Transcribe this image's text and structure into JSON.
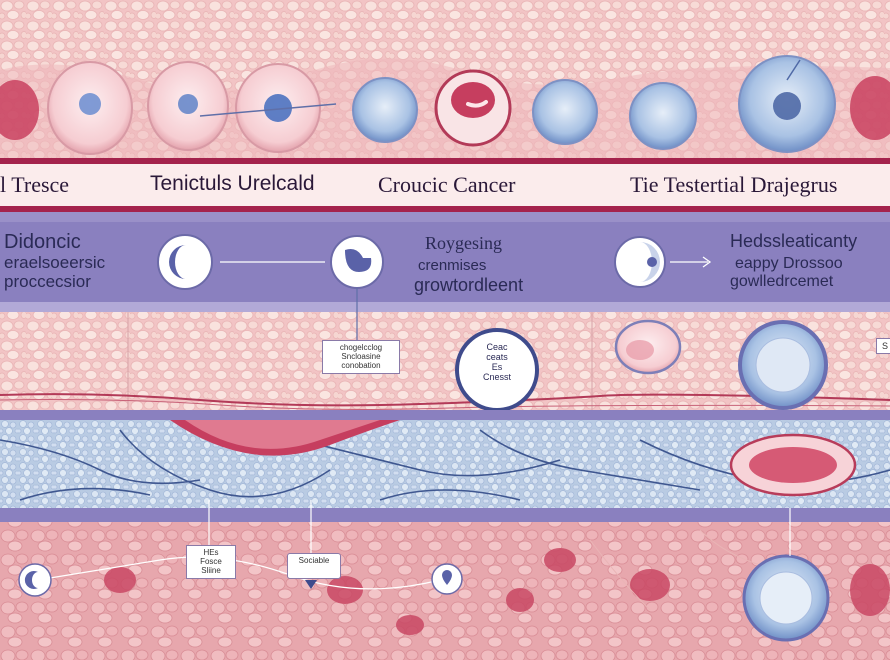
{
  "palette": {
    "tissue": "#f3c9c9",
    "tissue_cell": "#f7dcd8",
    "cell_edge": "#e8aeb0",
    "crimson": "#a4224c",
    "purple_band": "#8a80bf",
    "purple_light": "#a19acb",
    "blue_tissue": "#bfd0e6",
    "blue_cell": "#d9e4f2",
    "blue_dark": "#4f69a6",
    "red_cell": "#c63e5f",
    "white_band": "#fbecec"
  },
  "top_band": {
    "labels": [
      {
        "text": "l Trescе"
      },
      {
        "text": "Tenictuls Urelcald"
      },
      {
        "text": "Croucic Cancer"
      },
      {
        "text": "Tie Testertial Drajegrus"
      }
    ]
  },
  "purple_band": {
    "left_lines": [
      "Didonсic",
      "eraelsoeersic",
      "proccеcsior"
    ],
    "middle_lines": [
      "Roygesing",
      "crenmises",
      "growtordleent"
    ],
    "right_lines": [
      "Hedssleaticanty",
      "eappy Drossoo",
      "gowlledrcemet"
    ]
  },
  "callouts": {
    "middle_box": [
      "chogelcclog",
      "Sncloasine",
      "conobation"
    ],
    "circle_label": [
      "Ceac",
      "ceats",
      "Es",
      "Cnesst"
    ],
    "bottom_box_1": [
      "HEs",
      "Fosce",
      "Sliine"
    ],
    "bottom_box_2": [
      "Sociable"
    ],
    "right_edge": [
      "S"
    ]
  },
  "icons": [
    "crescent-icon",
    "cell-icon",
    "pin-icon",
    "arrow-icon"
  ]
}
